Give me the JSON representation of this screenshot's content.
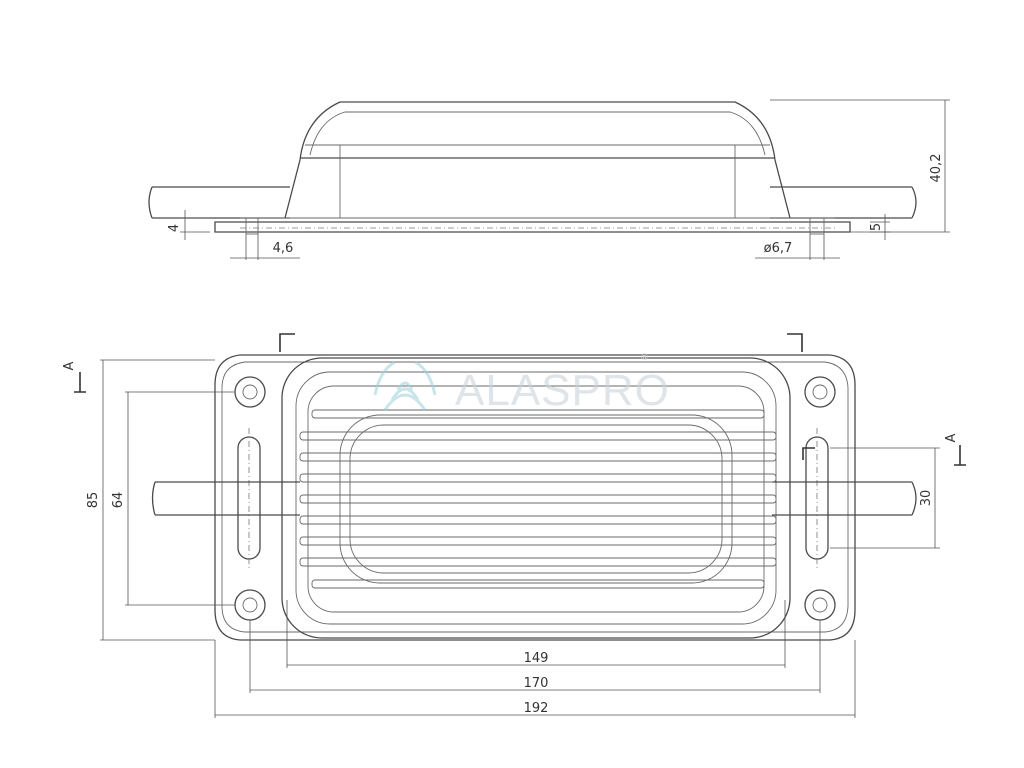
{
  "dimensions": {
    "height_total": "40,2",
    "base_thickness": "4",
    "hole_offset": "4,6",
    "hole_diameter": "ø6,7",
    "flange_height": "5",
    "width_85": "85",
    "width_64": "64",
    "cable_30": "30",
    "len_149": "149",
    "len_170": "170",
    "len_192": "192"
  },
  "section": {
    "left": "A",
    "right": "A"
  },
  "watermark": {
    "brand": "ALASPRO",
    "mark": "®"
  },
  "colors": {
    "line": "#4a4a4a",
    "watermark": "#9fd0d8"
  }
}
